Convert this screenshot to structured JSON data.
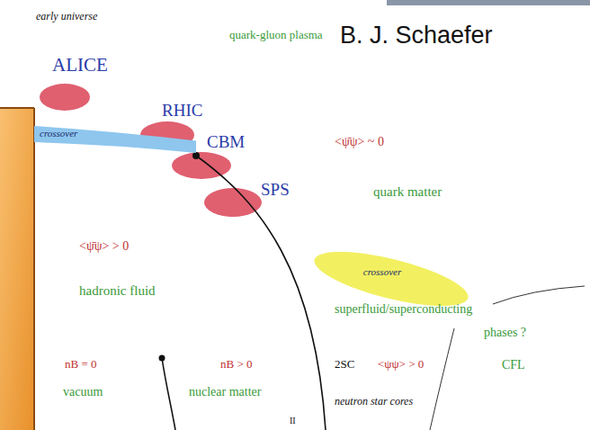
{
  "diagram": {
    "nodes": [
      {
        "text": [
          "crossover"
        ]
      },
      {
        "text": [
          "crossover"
        ]
      }
    ],
    "edges": [],
    "labels": [
      "early universe",
      "B. J. Schaefer",
      "quark-gluon plasma",
      "ALICE",
      "RHIC",
      "CBM",
      "SPS",
      "<ψ̄ψ> ~ 0",
      "quark matter",
      "<ψ̄ψ> > 0",
      "hadronic fluid",
      "superfluid/superconducting",
      "phases ?",
      "nB = 0",
      "nB > 0",
      "2SC",
      "<ψψ> > 0",
      "CFL",
      "vacuum",
      "nuclear matter",
      "neutron star cores",
      "II"
    ]
  }
}
